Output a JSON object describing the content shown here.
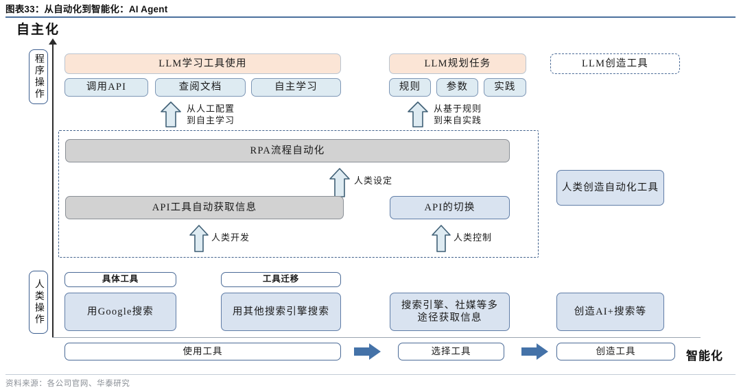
{
  "header": {
    "title": "图表33：从自动化到智能化：AI Agent"
  },
  "axes": {
    "vertical_label": "自主化",
    "horizontal_label": "智能化"
  },
  "side_labels": {
    "program": "程序操作",
    "human": "人类操作"
  },
  "program_layer": {
    "left_group": {
      "header": "LLM学习工具使用",
      "items": [
        "调用API",
        "查阅文档",
        "自主学习"
      ],
      "arrow_note": "从人工配置\n到自主学习"
    },
    "middle_group": {
      "header": "LLM规划任务",
      "items": [
        "规则",
        "参数",
        "实践"
      ],
      "arrow_note": "从基于规则\n到来自实践"
    },
    "right_group": {
      "header": "LLM创造工具"
    }
  },
  "automation_layer": {
    "rpa": "RPA流程自动化",
    "api_tool": "API工具自动获取信息",
    "api_switch": "API的切换",
    "human_create": "人类创造自动化工具",
    "arrow_notes": {
      "set": "人类设定",
      "develop": "人类开发",
      "control": "人类控制"
    }
  },
  "human_layer": {
    "tags": [
      "具体工具",
      "工具迁移"
    ],
    "boxes": [
      "用Google搜索",
      "用其他搜索引擎搜索",
      "搜索引擎、社媒等多\n途径获取信息",
      "创造AI+搜索等"
    ]
  },
  "bottom_flow": {
    "steps": [
      "使用工具",
      "选择工具",
      "创造工具"
    ]
  },
  "footer": {
    "source": "资料来源：各公司官网、华泰研究"
  },
  "colors": {
    "accent_rule": "#4a6f9c",
    "orange_box": "#fbe5d6",
    "blue_box": "#deebf2",
    "blue_box_alt": "#d9e3f0",
    "gray_box": "#d2d2d2",
    "arrow_blue": "#4472a8",
    "border_blue": "#3f5f8a"
  }
}
